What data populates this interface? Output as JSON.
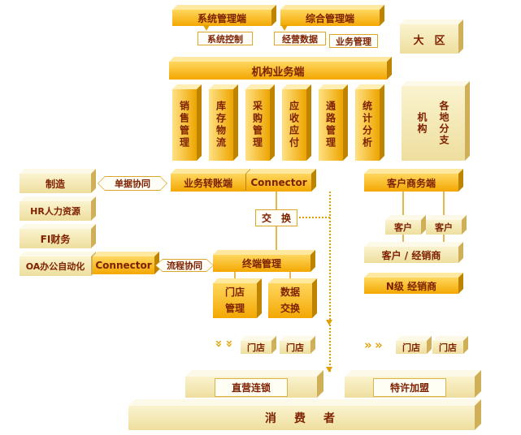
{
  "colors": {
    "gold": "#FFC30B",
    "pale": "#F7EFC2",
    "accent": "#E0A000",
    "text": "#7E2100"
  },
  "top_row": {
    "system_mgmt": "系统管理端",
    "integrated_mgmt": "综合管理端",
    "region": "大　区"
  },
  "control_row": {
    "system_control": "系统控制",
    "business_data": "经营数据",
    "business_ops": "业务管理"
  },
  "org_business": "机构业务端",
  "modules": [
    "销售管理",
    "库存物流",
    "采购管理",
    "应收应付",
    "通路管理",
    "统计分析"
  ],
  "branches": {
    "org": "机构",
    "regions": "各地分支"
  },
  "erp": [
    "制造",
    "HR人力资源",
    "FI财务",
    "OA办公自动化"
  ],
  "collab": {
    "doc": "单据协同",
    "flow": "流程协同"
  },
  "middle": {
    "transfer": "业务转账端",
    "connector_top": "Connector",
    "exchange": "交　换",
    "connector_left": "Connector",
    "terminal_mgmt": "终端管理",
    "store_mgmt": "门店\n管理",
    "data_exchange": "数据\n交换"
  },
  "right": {
    "customer_portal": "客户商务端",
    "customer_a": "客户",
    "customer_b": "客户",
    "customer_dealer": "客户 / 经销商",
    "n_dealer": "N级 经销商"
  },
  "bottom": {
    "stores": [
      "门店",
      "门店",
      "门店",
      "门店"
    ],
    "direct_chain": "直营连锁",
    "franchise": "特许加盟",
    "consumer": "消　费　者"
  },
  "icons": {
    "chevron": "»"
  }
}
